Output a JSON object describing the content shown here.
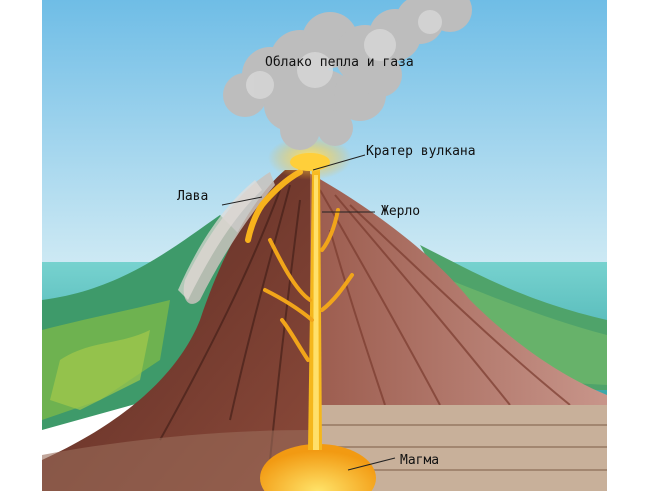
{
  "labels": {
    "ash_cloud": "Облако пепла и газа",
    "crater": "Кратер вулкана",
    "lava": "Лава",
    "vent": "Жерло",
    "magma": "Магма"
  },
  "colors": {
    "sky": "#9fd3ec",
    "sea": "#5fc6c8",
    "lava": "#f7b21c",
    "cone_dark": "#7a3b2e",
    "cone_light": "#a5685a",
    "ground": "#c8b09a",
    "cloud": "#bdbdbd"
  }
}
